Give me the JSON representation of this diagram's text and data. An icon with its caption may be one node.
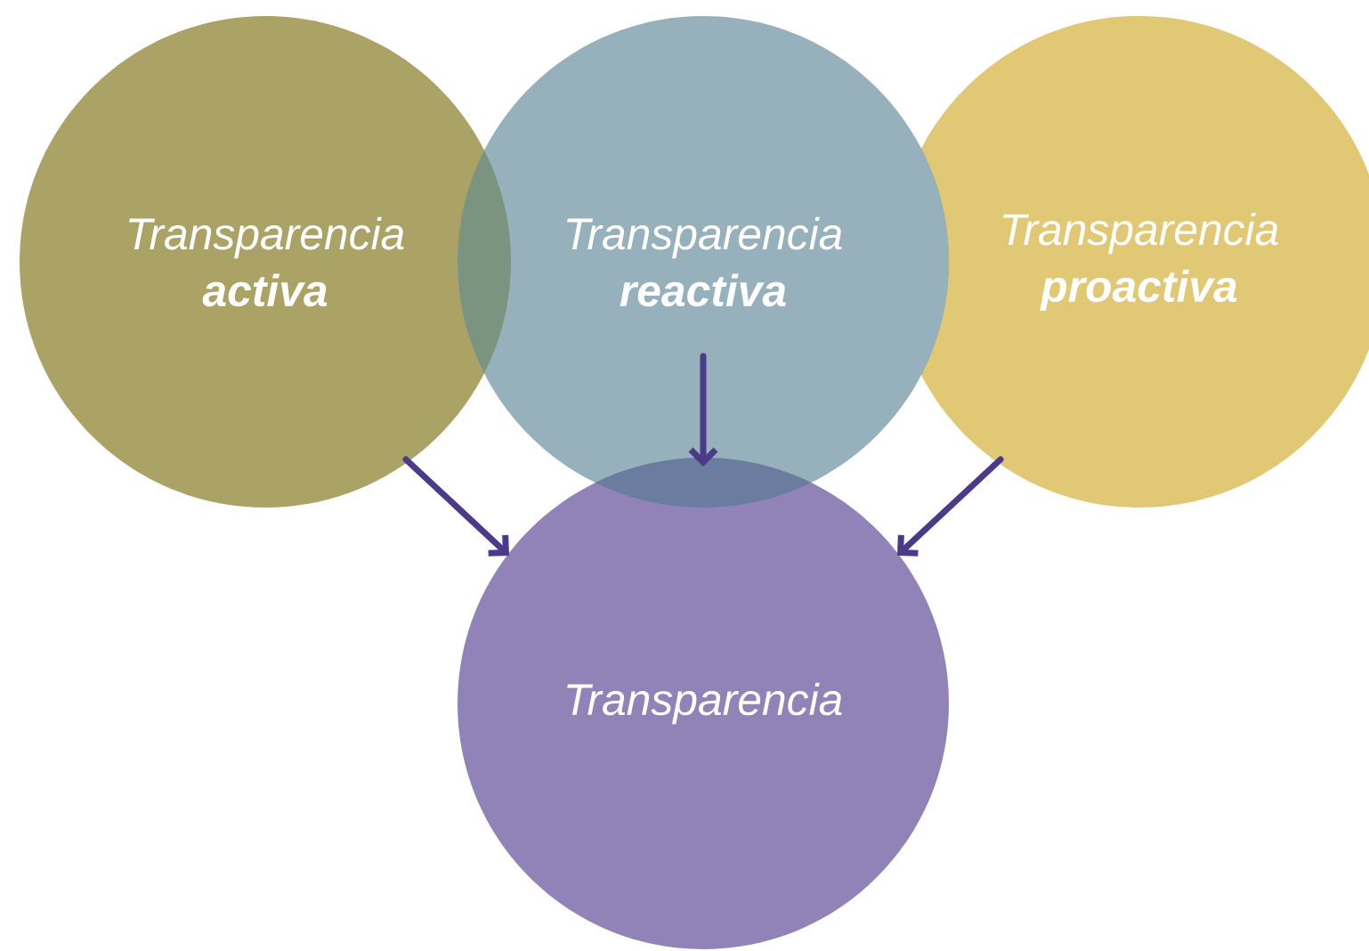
{
  "diagram": {
    "nodes": [
      {
        "text": [
          "Transparencia **activa**"
        ]
      },
      {
        "text": [
          "Transparencia **reactiva**"
        ]
      },
      {
        "text": [
          "Transparencia **proactiva**"
        ]
      },
      {
        "text": [
          "Transparencia"
        ]
      }
    ],
    "edges": [
      {
        "from": 0,
        "to": 3,
        "arrow": "to"
      },
      {
        "from": 1,
        "to": 3,
        "arrow": "to"
      },
      {
        "from": 2,
        "to": 3,
        "arrow": "to"
      }
    ]
  }
}
